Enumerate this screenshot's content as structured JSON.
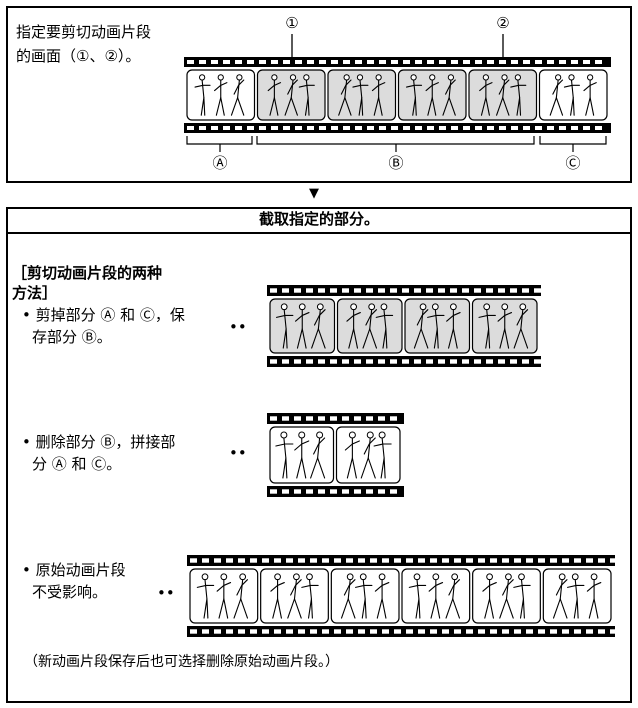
{
  "top_panel": {
    "instruction_line1": "指定要剪切动画片段",
    "instruction_line2": "的画面（①、②）。",
    "marker1": "①",
    "marker2": "②",
    "segment_a": "Ⓐ",
    "segment_b": "Ⓑ",
    "segment_c": "Ⓒ"
  },
  "arrow": "▼",
  "bottom_panel": {
    "title": "截取指定的部分。",
    "methods_heading_line1": "［剪切动画片段的两种",
    "methods_heading_line2": "方法］",
    "method1_line1": "• 剪掉部分 Ⓐ 和 Ⓒ，保",
    "method1_line2": "存部分 Ⓑ。",
    "method2_line1": "• 删除部分 Ⓑ，拼接部",
    "method2_line2": "分 Ⓐ 和 Ⓒ。",
    "note3_line1": "• 原始动画片段",
    "note3_line2": "不受影响。",
    "dots": "••",
    "footnote": "（新动画片段保存后也可选择删除原始动画片段。）"
  }
}
